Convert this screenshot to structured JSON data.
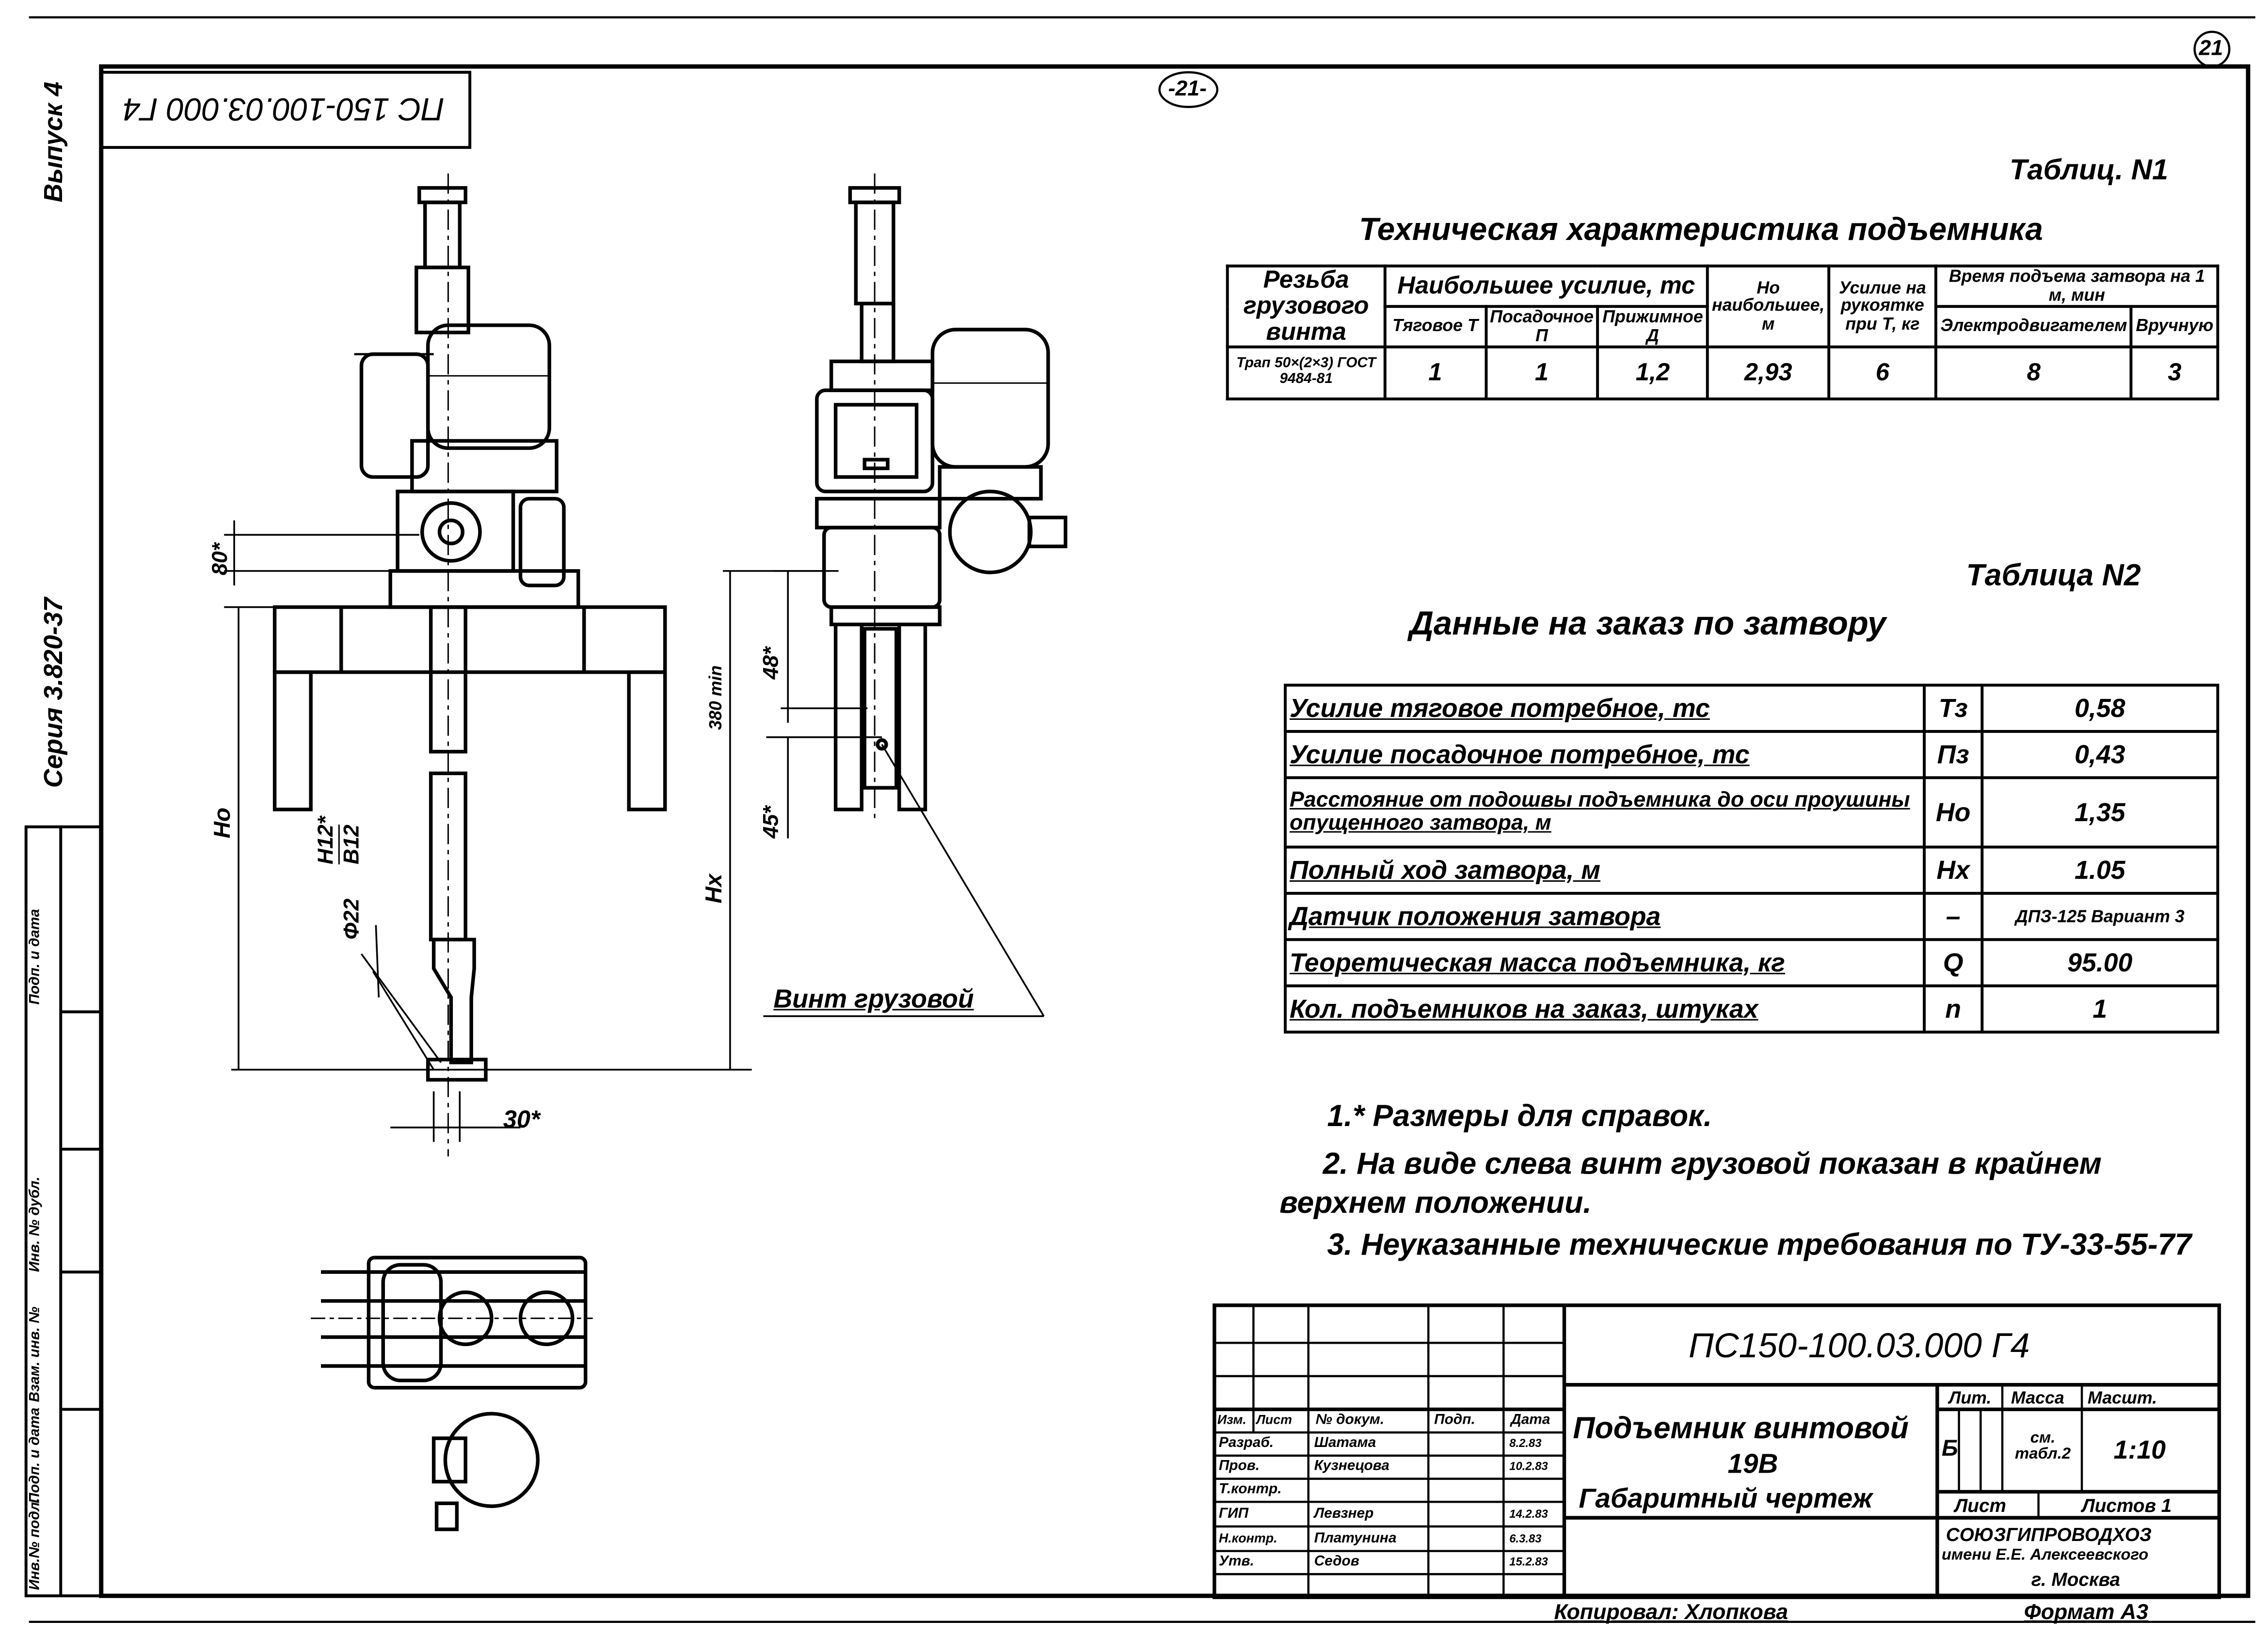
{
  "margin": {
    "issue": "Выпуск 4",
    "series": "Серия 3.820-37",
    "signature_cells": [
      "Инв.№ подл.",
      "Подп. и дата",
      "Взам. инв. №",
      "Инв. № дубл.",
      "Подп. и дата"
    ]
  },
  "stamp": {
    "code_rotated": "ПС 150-100.03.000 Г4"
  },
  "page_numbers": {
    "center": "-21-",
    "corner": "21"
  },
  "drawing_labels": {
    "dim_80": "80*",
    "dim_ho": "Hо",
    "dim_h12": "H12*",
    "dim_b12": "В12",
    "dim_phi22": "Ф22",
    "dim_hx": "Hx",
    "dim_380": "380 min",
    "dim_48": "48*",
    "dim_45": "45*",
    "dim_30": "30*",
    "callout_screw": "Винт грузовой"
  },
  "table1": {
    "number": "Таблиц. N1",
    "title": "Техническая характеристика подъемника",
    "headers": {
      "thread": "Резьба грузового винта",
      "max_force": "Наибольшее усилие, тс",
      "traction": "Тяговое Т",
      "landing": "Посадочное П",
      "pressing": "Прижимное Д",
      "ho_max": "Hо наибольшее, м",
      "handle_force": "Усилие на рукоятке при Т, кг",
      "lift_time": "Время подъема затвора на 1 м, мин",
      "electric": "Электродвигателем",
      "manual": "Вручную"
    },
    "row": {
      "thread": "Трап 50×(2×3) ГОСТ 9484-81",
      "traction": "1",
      "landing": "1",
      "pressing": "1,2",
      "ho_max": "2,93",
      "handle_force": "6",
      "electric": "8",
      "manual": "3"
    }
  },
  "table2": {
    "number": "Таблица N2",
    "title": "Данные на заказ по затвору",
    "rows": [
      {
        "label": "Усилие тяговое потребное, тс",
        "symbol": "Тз",
        "value": "0,58"
      },
      {
        "label": "Усилие посадочное потребное, тс",
        "symbol": "Пз",
        "value": "0,43"
      },
      {
        "label": "Расстояние от подошвы подъемника до оси проушины опущенного затвора, м",
        "symbol": "Hо",
        "value": "1,35"
      },
      {
        "label": "Полный ход затвора, м",
        "symbol": "Hx",
        "value": "1.05"
      },
      {
        "label": "Датчик положения затвора",
        "symbol": "–",
        "value": "ДПЗ-125 Вариант 3"
      },
      {
        "label": "Теоретическая масса подъемника, кг",
        "symbol": "Q",
        "value": "95.00"
      },
      {
        "label": "Кол. подъемников на заказ, штуках",
        "symbol": "n",
        "value": "1"
      }
    ]
  },
  "notes": [
    "1.* Размеры для справок.",
    "2. На виде слева винт грузовой показан в крайнем",
    "верхнем положении.",
    "3. Неуказанные технические требования по ТУ-33-55-77"
  ],
  "title_block": {
    "code": "ПС150-100.03.000 Г4",
    "name_line1": "Подъемник винтовой",
    "name_line2": "19В",
    "name_line3": "Габаритный чертеж",
    "col_headers": [
      "Изм.",
      "Лист",
      "№ докум.",
      "Подп.",
      "Дата"
    ],
    "staff": [
      {
        "role": "Разраб.",
        "name": "Шатама",
        "date": "8.2.83"
      },
      {
        "role": "Пров.",
        "name": "Кузнецова",
        "date": "10.2.83"
      },
      {
        "role": "Т.контр.",
        "name": "",
        "date": ""
      },
      {
        "role": "ГИП",
        "name": "Левзнер",
        "date": "14.2.83"
      },
      {
        "role": "Н.контр.",
        "name": "Платунина",
        "date": "6.3.83"
      },
      {
        "role": "Утв.",
        "name": "Седов",
        "date": "15.2.83"
      }
    ],
    "lit_label": "Лит.",
    "mass_label": "Масса",
    "scale_label": "Масшт.",
    "lit_value": "Б",
    "mass_value": "см. табл.2",
    "scale_value": "1:10",
    "sheet_label": "Лист",
    "sheets_label": "Листов 1",
    "org_line1": "СОЮЗГИПРОВОДХОЗ",
    "org_line2": "имени Е.Е. Алексеевского",
    "org_line3": "г. Москва",
    "copied_by": "Копировал: Хлопкова",
    "format": "Формат А3"
  }
}
